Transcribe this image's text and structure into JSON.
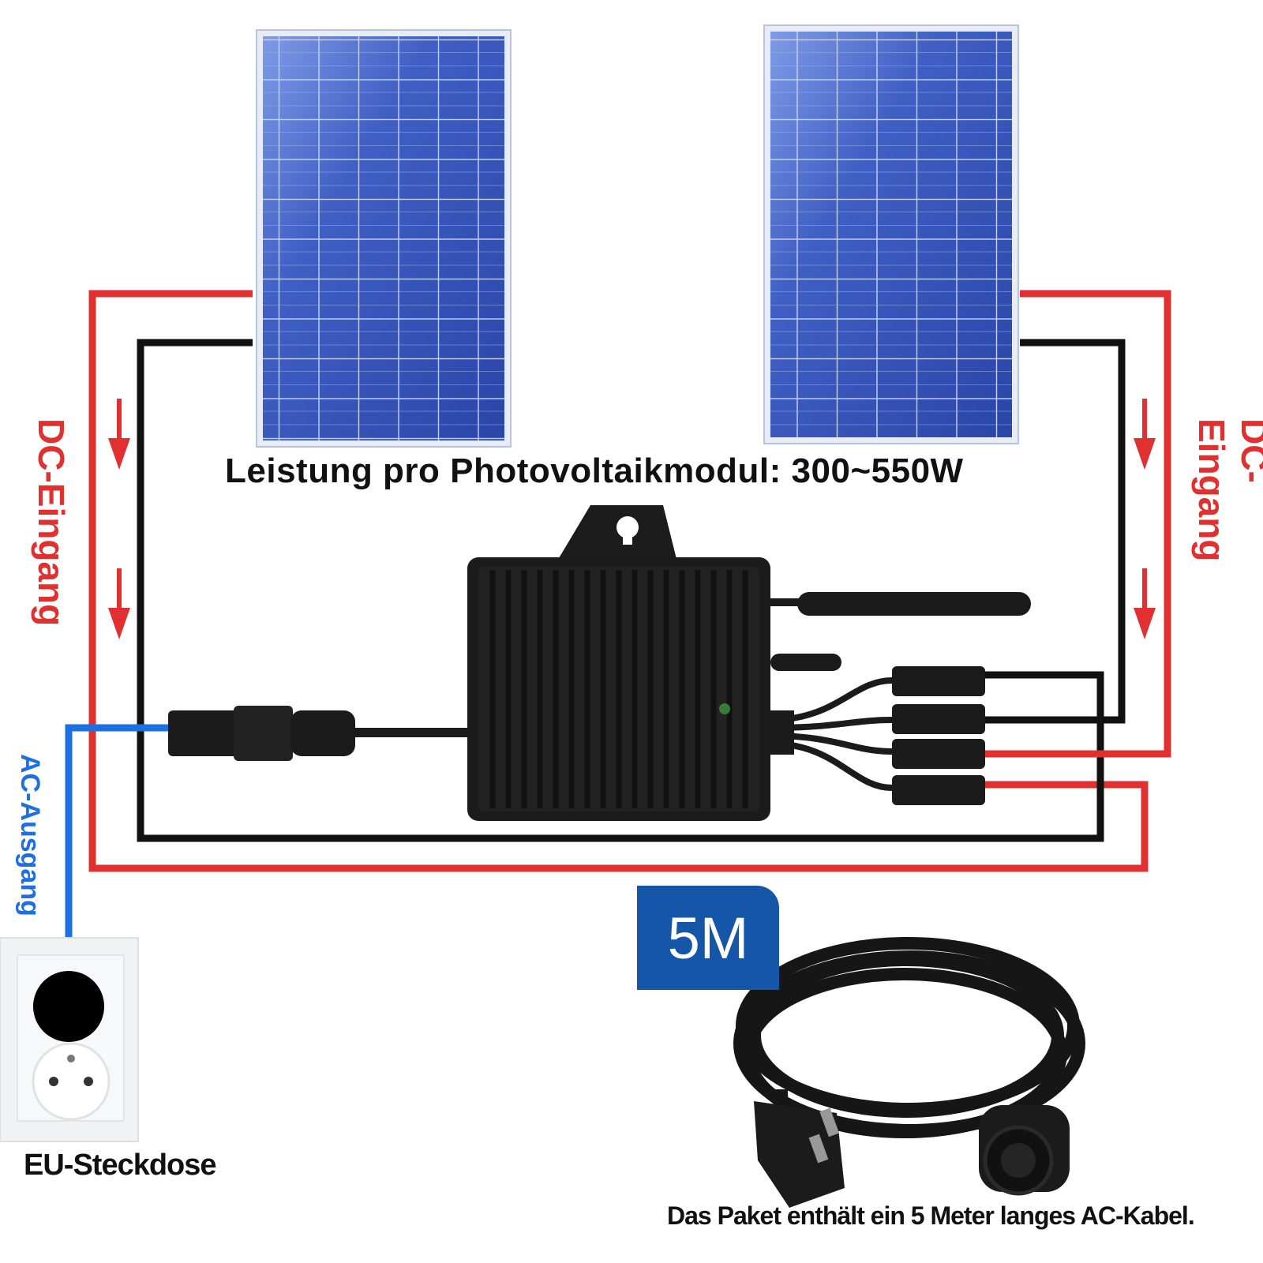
{
  "title": "Leistung pro Photovoltaikmodul: 300~550W",
  "dc_input_left": "DC-Eingang",
  "dc_input_right": "DC-Eingang",
  "ac_output": "AC-Ausgang",
  "socket_label": "EU-Steckdose",
  "cable_length_badge": "5M",
  "package_note": "Das Paket enthält ein 5 Meter langes AC-Kabel.",
  "colors": {
    "dc_positive": "#e03030",
    "dc_negative": "#111111",
    "ac_line": "#1e6fe0",
    "panel_blue": "#3554b8",
    "badge": "#1556a8"
  },
  "icons": [
    "solar-panel-icon",
    "microinverter-icon",
    "eu-socket-icon",
    "ac-cable-icon",
    "arrow-down-icon"
  ]
}
